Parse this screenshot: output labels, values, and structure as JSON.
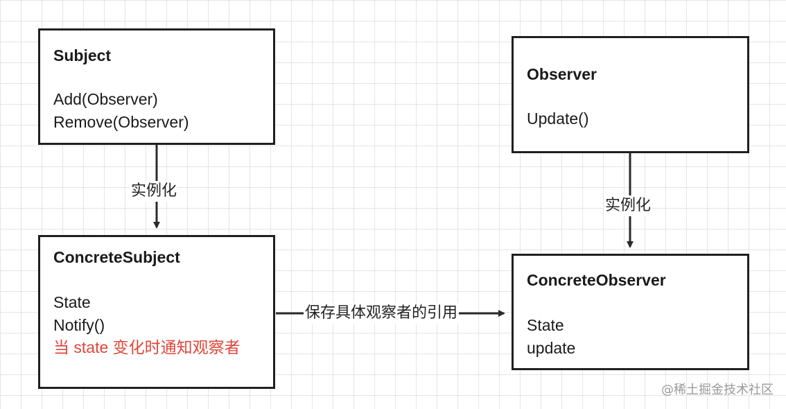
{
  "subject": {
    "title": "Subject",
    "methods": [
      "Add(Observer)",
      "Remove(Observer)"
    ]
  },
  "observer": {
    "title": "Observer",
    "methods": [
      "Update()"
    ]
  },
  "concrete_subject": {
    "title": "ConcreteSubject",
    "members": [
      "State",
      "Notify()"
    ],
    "note": "当 state 变化时通知观察者",
    "note_color": "#e0463a"
  },
  "concrete_observer": {
    "title": "ConcreteObserver",
    "members": [
      "State",
      "update"
    ]
  },
  "edges": {
    "subject_to_concrete": "实例化",
    "observer_to_concrete": "实例化",
    "concrete_subject_to_observer": "保存具体观察者的引用"
  },
  "watermark": "@稀土掘金技术社区"
}
